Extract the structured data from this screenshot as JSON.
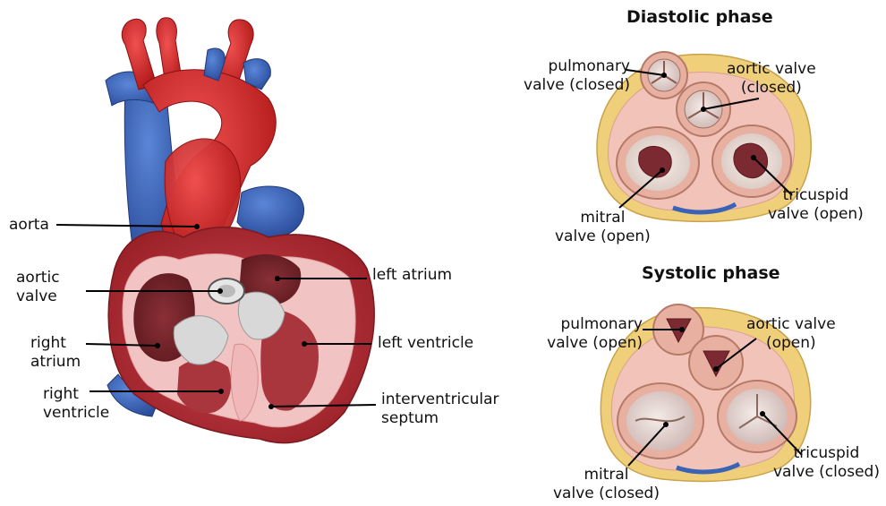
{
  "figure": {
    "heart_labels": {
      "aorta": "aorta",
      "aortic_valve": [
        "aortic",
        "valve"
      ],
      "right_atrium": [
        "right",
        "atrium"
      ],
      "right_ventricle": [
        "right",
        "ventricle"
      ],
      "left_atrium": "left atrium",
      "left_ventricle": "left ventricle",
      "septum": [
        "interventricular",
        "septum"
      ]
    },
    "diastolic": {
      "title": "Diastolic phase",
      "pulmonary": [
        "pulmonary",
        "valve (closed)"
      ],
      "aortic": [
        "aortic valve",
        "(closed)"
      ],
      "mitral": [
        "mitral",
        "valve (open)"
      ],
      "tricuspid": [
        "tricuspid",
        "valve (open)"
      ]
    },
    "systolic": {
      "title": "Systolic phase",
      "pulmonary": [
        "pulmonary",
        "valve (open)"
      ],
      "aortic": [
        "aortic valve",
        "(open)"
      ],
      "mitral": [
        "mitral",
        "valve (closed)"
      ],
      "tricuspid": [
        "tricuspid",
        "valve (closed)"
      ]
    }
  },
  "colors": {
    "vein_blue": "#3a63b5",
    "artery_red": "#d92a2a",
    "muscle": "#b8323a",
    "chamber_dark": "#7a2a30",
    "pericardium_pink": "#f2c3c3",
    "fat_yellow": "#f0cf7a",
    "valve_ring": "#e8b0a0"
  }
}
